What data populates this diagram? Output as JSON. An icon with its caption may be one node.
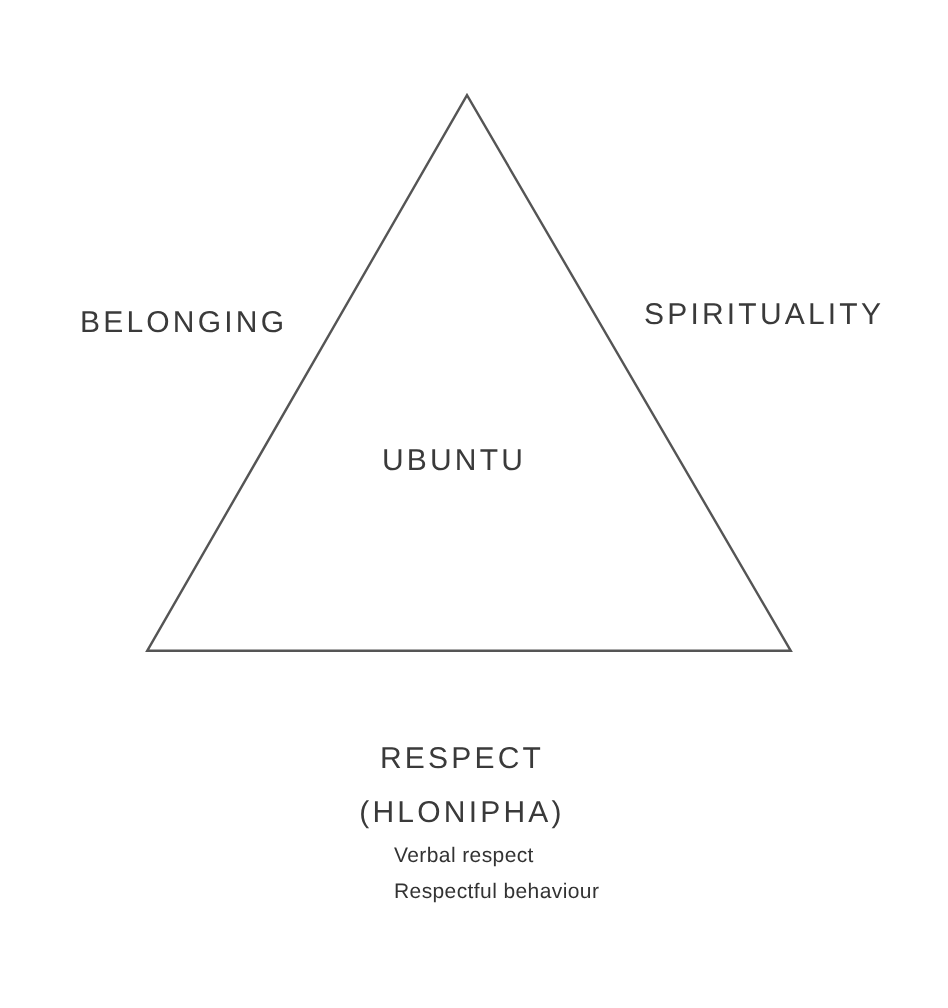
{
  "diagram": {
    "nodes": [
      {
        "text": [
          "UBUNTU"
        ]
      }
    ],
    "labels": [
      "BELONGING",
      "SPIRITUALITY",
      "RESPECT (HLONIPHA)",
      "Verbal respect",
      "Respectful behaviour"
    ]
  }
}
